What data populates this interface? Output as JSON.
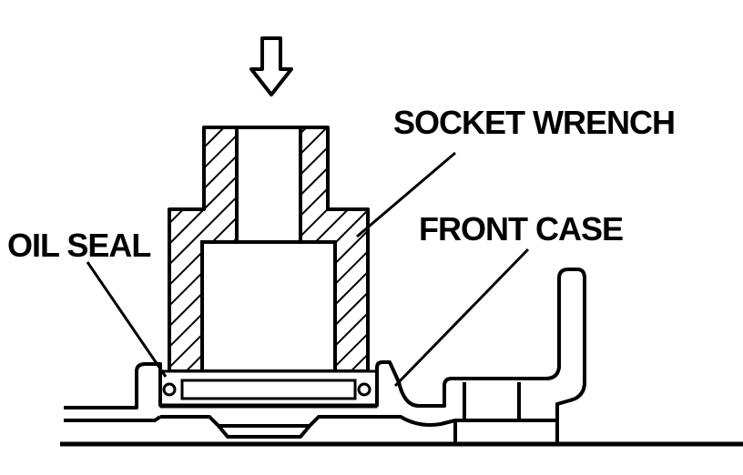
{
  "labels": {
    "socket_wrench": "SOCKET WRENCH",
    "front_case": "FRONT CASE",
    "oil_seal": "OIL SEAL"
  },
  "icons": {
    "press_arrow": "down-arrow-icon"
  },
  "colors": {
    "ink": "#000000",
    "background": "#ffffff"
  }
}
